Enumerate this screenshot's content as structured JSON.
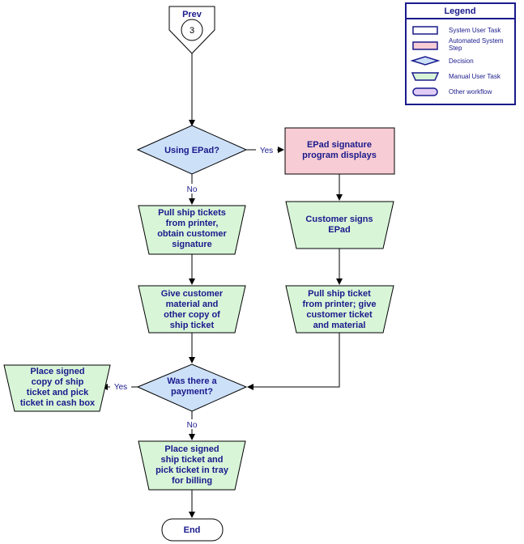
{
  "offpage": {
    "label": "Prev",
    "number": "3"
  },
  "nodes": {
    "using_epad": {
      "lines": [
        "Using EPad?"
      ]
    },
    "epad_program": {
      "lines": [
        "EPad signature",
        "program displays"
      ]
    },
    "pull_tickets": {
      "lines": [
        "Pull ship tickets",
        "from printer,",
        "obtain customer",
        "signature"
      ]
    },
    "customer_signs": {
      "lines": [
        "Customer signs",
        "EPad"
      ]
    },
    "give_material": {
      "lines": [
        "Give customer",
        "material and",
        "other copy of",
        "ship ticket"
      ]
    },
    "pull_ticket_give": {
      "lines": [
        "Pull ship ticket",
        "from printer; give",
        "customer ticket",
        "and material"
      ]
    },
    "payment": {
      "lines": [
        "Was there a",
        "payment?"
      ]
    },
    "cash_box": {
      "lines": [
        "Place signed",
        "copy of ship",
        "ticket and pick",
        "ticket in cash box"
      ]
    },
    "tray_billing": {
      "lines": [
        "Place signed",
        "ship ticket and",
        "pick ticket in tray",
        "for billing"
      ]
    },
    "end": {
      "lines": [
        "End"
      ]
    }
  },
  "edge_labels": {
    "epad_yes": "Yes",
    "epad_no": "No",
    "payment_yes": "Yes",
    "payment_no": "No"
  },
  "legend": {
    "title": "Legend",
    "items": [
      {
        "label_lines": [
          "System User Task"
        ]
      },
      {
        "label_lines": [
          "Automated System",
          "Step"
        ]
      },
      {
        "label_lines": [
          "Decision"
        ]
      },
      {
        "label_lines": [
          "Manual User Task"
        ]
      },
      {
        "label_lines": [
          "Other workflow"
        ]
      }
    ]
  },
  "colors": {
    "manual_fill": "#d8f5d8",
    "decision_fill": "#cce0f8",
    "automated_fill": "#f8ccd4",
    "other_fill": "#e0ccf5",
    "text": "#1a1a8c",
    "legend_border": "#1a1a8c"
  }
}
